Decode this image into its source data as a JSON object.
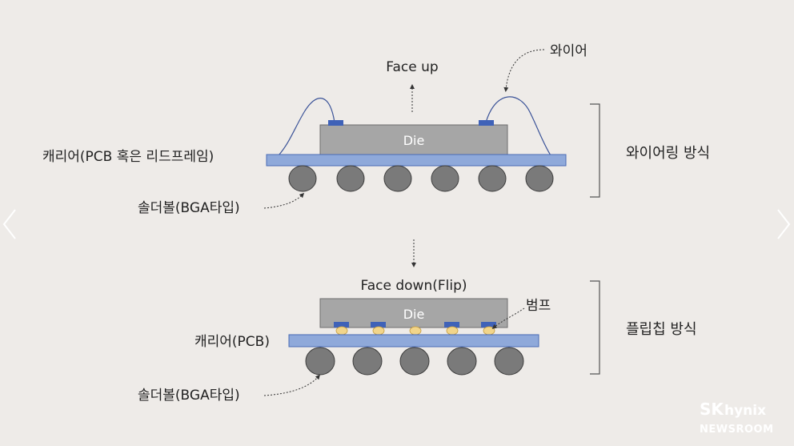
{
  "diagram": {
    "wire_bonding": {
      "face_label": "Face up",
      "wire_label": "와이어",
      "die_label": "Die",
      "carrier_label": "캐리어(PCB 혹은 리드프레임)",
      "solder_label": "솔더볼(BGA타입)",
      "method_label": "와이어링 방식"
    },
    "flip_chip": {
      "face_label": "Face down(Flip)",
      "bump_label": "범프",
      "die_label": "Die",
      "carrier_label": "캐리어(PCB)",
      "solder_label": "솔더볼(BGA타입)",
      "method_label": "플립칩 방식"
    }
  },
  "brand": {
    "logo_sk": "SK",
    "logo_hynix": "hynix",
    "logo_newsroom": "NEWSROOM"
  },
  "navigation": {
    "prev_icon": "chevron-left-icon",
    "next_icon": "chevron-right-icon"
  },
  "colors": {
    "background": "#eeebe8",
    "carrier_fill": "#8fa9da",
    "carrier_stroke": "#4a6bb5",
    "die_fill": "#a6a6a6",
    "die_stroke": "#6e6e6e",
    "pad_fill": "#3f62b8",
    "solder_fill": "#7a7a7a",
    "solder_stroke": "#3d3d3d",
    "bump_fill": "#f2d58a",
    "wire_stroke": "#3b5398"
  }
}
